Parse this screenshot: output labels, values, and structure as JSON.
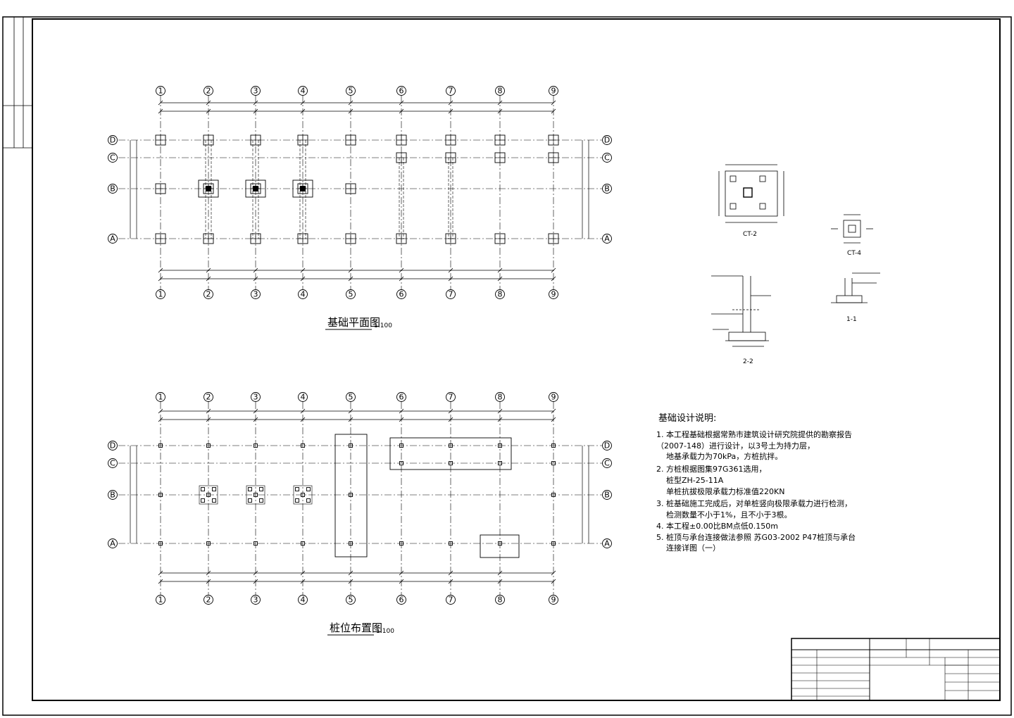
{
  "axes": {
    "columns": [
      "1",
      "2",
      "3",
      "4",
      "5",
      "6",
      "7",
      "8",
      "9"
    ],
    "rows": [
      "D",
      "C",
      "B",
      "A"
    ]
  },
  "plans": {
    "foundation": {
      "title": "基础平面图",
      "scale": "1:100"
    },
    "pile": {
      "title": "桩位布置图",
      "scale": "1:100"
    }
  },
  "details": {
    "ct2_label": "CT-2",
    "ct4_label": "CT-4",
    "section_22": "2-2",
    "section_11": "1-1"
  },
  "notes": {
    "title": "基础设计说明:",
    "items": [
      "1. 本工程基础根据常熟市建筑设计研究院提供的勘察报告",
      "（2007-148）进行设计，以3号土为持力层，",
      "地基承载力为70kPa，方桩抗拌。",
      "2. 方桩根据图集97G361选用，",
      "桩型ZH-25-11A",
      "单桩抗拔极限承载力标准值220KN",
      "3. 桩基础施工完成后，对单桩竖向极限承载力进行检测，",
      "检测数量不小于1%，且不小于3根。",
      "4. 本工程±0.00比BM点低0.150m",
      "5. 桩顶与承台连接做法参照 苏G03-2002 P47桩顶与承台",
      "连接详图（一）"
    ]
  }
}
